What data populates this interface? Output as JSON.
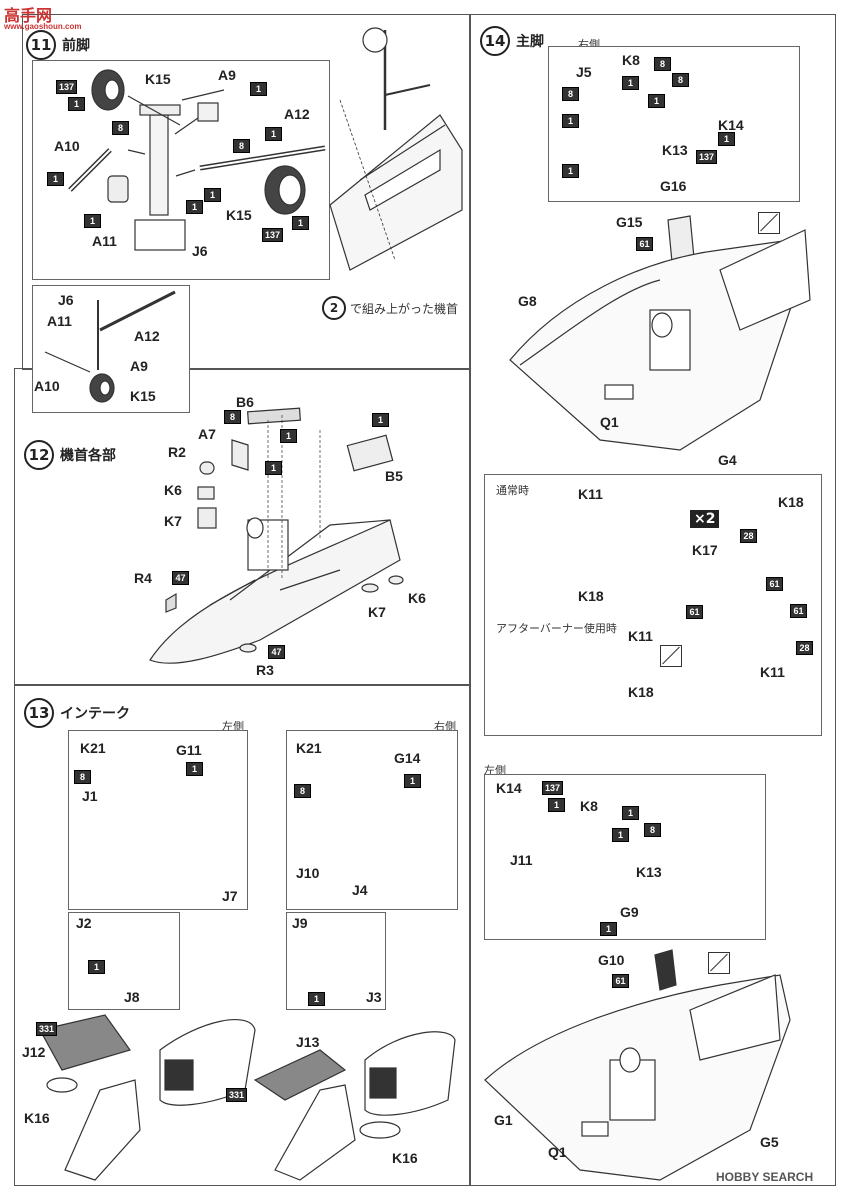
{
  "watermark_top": {
    "logo_text": "高手网",
    "site": "www.gaoshoun.com"
  },
  "watermark_bottom": {
    "text": "HOBBY SEARCH"
  },
  "step11": {
    "number": "11",
    "title": "前脚",
    "labels": {
      "K15_top": "K15",
      "A9": "A9",
      "A12": "A12",
      "A10": "A10",
      "K15_bottom": "K15",
      "A11": "A11",
      "J6": "J6"
    },
    "tags": {
      "t137a": "137",
      "t1a": "1",
      "t8a": "8",
      "t1b": "1",
      "t8b": "8",
      "t1c": "1",
      "t1d": "1",
      "t1e": "1",
      "t1f": "1",
      "t1g": "1",
      "t1h": "1",
      "t137b": "137"
    },
    "detail": {
      "J6": "J6",
      "A11": "A11",
      "A12": "A12",
      "A10": "A10",
      "A9": "A9",
      "K15": "K15"
    },
    "ref_num": "2",
    "ref_text": "で組み上がった機首"
  },
  "step12": {
    "number": "12",
    "title": "機首各部",
    "labels": {
      "B6": "B6",
      "A7": "A7",
      "R2": "R2",
      "K6a": "K6",
      "K7a": "K7",
      "B5": "B5",
      "R4": "R4",
      "K7b": "K7",
      "K6b": "K6",
      "R3": "R3"
    },
    "tags": {
      "t8": "8",
      "t1a": "1",
      "t1b": "1",
      "t1c": "1",
      "t47a": "47",
      "t47b": "47"
    }
  },
  "step13": {
    "number": "13",
    "title": "インテーク",
    "left_side": "左側",
    "right_side": "右側",
    "labels": {
      "K21a": "K21",
      "G11": "G11",
      "J1": "J1",
      "J7": "J7",
      "J2": "J2",
      "J8": "J8",
      "J12": "J12",
      "K16a": "K16",
      "K21b": "K21",
      "G14": "G14",
      "J10": "J10",
      "J4": "J4",
      "J9": "J9",
      "J3": "J3",
      "J13": "J13",
      "K16b": "K16"
    },
    "tags": {
      "t8a": "8",
      "t1a": "1",
      "t1b": "1",
      "t331a": "331",
      "t8b": "8",
      "t1c": "1",
      "t1d": "1",
      "t331b": "331"
    }
  },
  "step14": {
    "number": "14",
    "title": "主脚",
    "right_side": "右側",
    "left_side": "左側",
    "labels": {
      "K8a": "K8",
      "J5": "J5",
      "K14a": "K14",
      "K13a": "K13",
      "G16": "G16",
      "G15": "G15",
      "G8": "G8",
      "Q1a": "Q1",
      "G4": "G4",
      "K11a": "K11",
      "K18a": "K18",
      "K18b": "K18",
      "K17": "K17",
      "K11b": "K11",
      "K18c": "K18",
      "K11c": "K11",
      "K14b": "K14",
      "K8b": "K8",
      "J11": "J11",
      "K13b": "K13",
      "G9": "G9",
      "G10": "G10",
      "G1": "G1",
      "Q1b": "Q1",
      "G5": "G5"
    },
    "tags": {
      "t8a": "8",
      "t1a": "1",
      "t1b": "1",
      "t1c": "1",
      "t8b": "8",
      "t1d": "1",
      "t137a": "137",
      "t61a": "61",
      "t28a": "28",
      "t61b": "61",
      "t61c": "61",
      "t61d": "61",
      "t28b": "28",
      "t137b": "137",
      "t1e": "1",
      "t1f": "1",
      "t8c": "8",
      "t1g": "1",
      "t8d": "8",
      "t1h": "1",
      "t1i": "1",
      "t61e": "61"
    },
    "normal_caption": "通常時",
    "afterburner_caption": "アフターバーナー使用時",
    "multiplier": "×2"
  }
}
